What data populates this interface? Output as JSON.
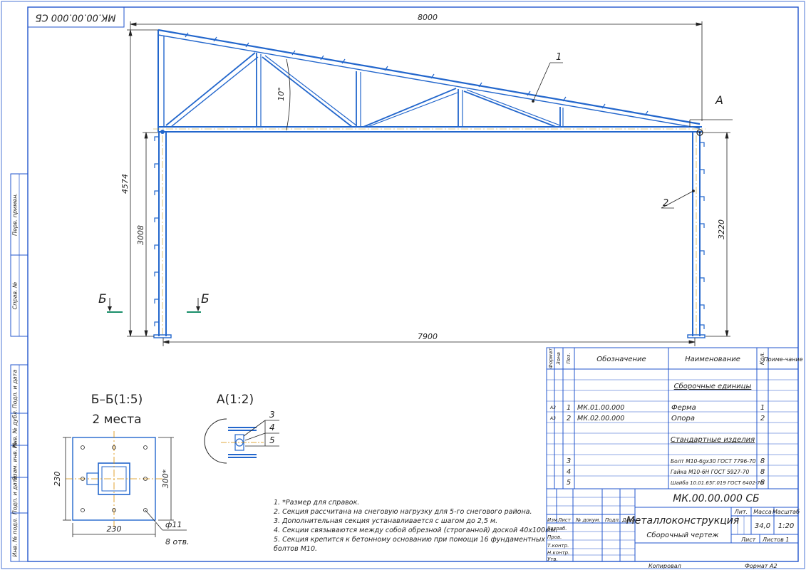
{
  "colors": {
    "frame": "#2255cc",
    "steel": "#2266cc",
    "ink": "#222222",
    "centerline": "#c8a020",
    "section_mark": "#1a8f6a",
    "weld": "#d98c00"
  },
  "stamp_top": "МК.00.00.000 СБ",
  "dims": {
    "span_top": "8000",
    "span_bottom": "7900",
    "height_total": "4574",
    "height_left": "3008",
    "height_right": "3220",
    "angle": "10°"
  },
  "callouts": {
    "p1": "1",
    "p2": "2",
    "detail": "А",
    "section_left": "Б",
    "section_right": "Б"
  },
  "section_view": {
    "title": "Б–Б(1:5)",
    "subtitle": "2 места",
    "dim_h": "230",
    "dim_w": "230",
    "dim_300": "300*",
    "hole": "ф11",
    "holes_count": "8 отв."
  },
  "detail_view": {
    "title": "А(1:2)",
    "p3": "3",
    "p4": "4",
    "p5": "5"
  },
  "notes": [
    "1. *Размер для справок.",
    "2. Секция рассчитана на снеговую нагрузку для 5-го снегового района.",
    "3. Дополнительная секция устанавливается с шагом до 2,5 м.",
    "4. Секции связываются между собой обрезной (строганной) доской 40х100мм.",
    "5. Секция крепится к бетонному основанию при помощи 16 фундаментных",
    "болтов М10."
  ],
  "side_labels": [
    "Перв. примен.",
    "Справ. №",
    "Подп. и дата",
    "Инв. № дубл.",
    "Взам. инв. №",
    "Подп. и дата",
    "Инв. № подл."
  ],
  "spec": {
    "headers": {
      "format": "Формат",
      "zone": "Зона",
      "pos": "Поз.",
      "designation": "Обозначение",
      "name": "Наименование",
      "qty": "Кол.",
      "note": "Приме-чание"
    },
    "section1": "Сборочные единицы",
    "section2": "Стандартные изделия",
    "rows": [
      {
        "fmt": "А3",
        "pos": "1",
        "des": "МК.01.00.000",
        "name": "Ферма",
        "qty": "1"
      },
      {
        "fmt": "А3",
        "pos": "2",
        "des": "МК.02.00.000",
        "name": "Опора",
        "qty": "2"
      },
      {
        "fmt": "",
        "pos": "3",
        "des": "",
        "name": "Болт М10-6gх30 ГОСТ 7796-70",
        "qty": "8"
      },
      {
        "fmt": "",
        "pos": "4",
        "des": "",
        "name": "Гайка М10-6Н ГОСТ 5927-70",
        "qty": "8"
      },
      {
        "fmt": "",
        "pos": "5",
        "des": "",
        "name": "Шайба 10.01.65Г.019 ГОСТ 6402-70",
        "qty": "8"
      }
    ]
  },
  "title_block": {
    "code": "МК.00.00.000 СБ",
    "name": "Металлоконструкция",
    "doc_type": "Сборочный чертеж",
    "lit": "Лит.",
    "mass": "Масса",
    "scale": "Масштаб",
    "mass_value": "34,0",
    "scale_value": "1:20",
    "sheet": "Лист",
    "sheets": "Листов 1",
    "rows": {
      "izm": "Изм.",
      "list": "Лист",
      "doc": "№ докум.",
      "sign": "Подп.",
      "date": "Дата",
      "razrab": "Разраб.",
      "prov": "Пров.",
      "tkontr": "Т.контр.",
      "nkontr": "Н.контр.",
      "utv": "Утв."
    },
    "copied": "Копировал",
    "format": "Формат А2"
  }
}
